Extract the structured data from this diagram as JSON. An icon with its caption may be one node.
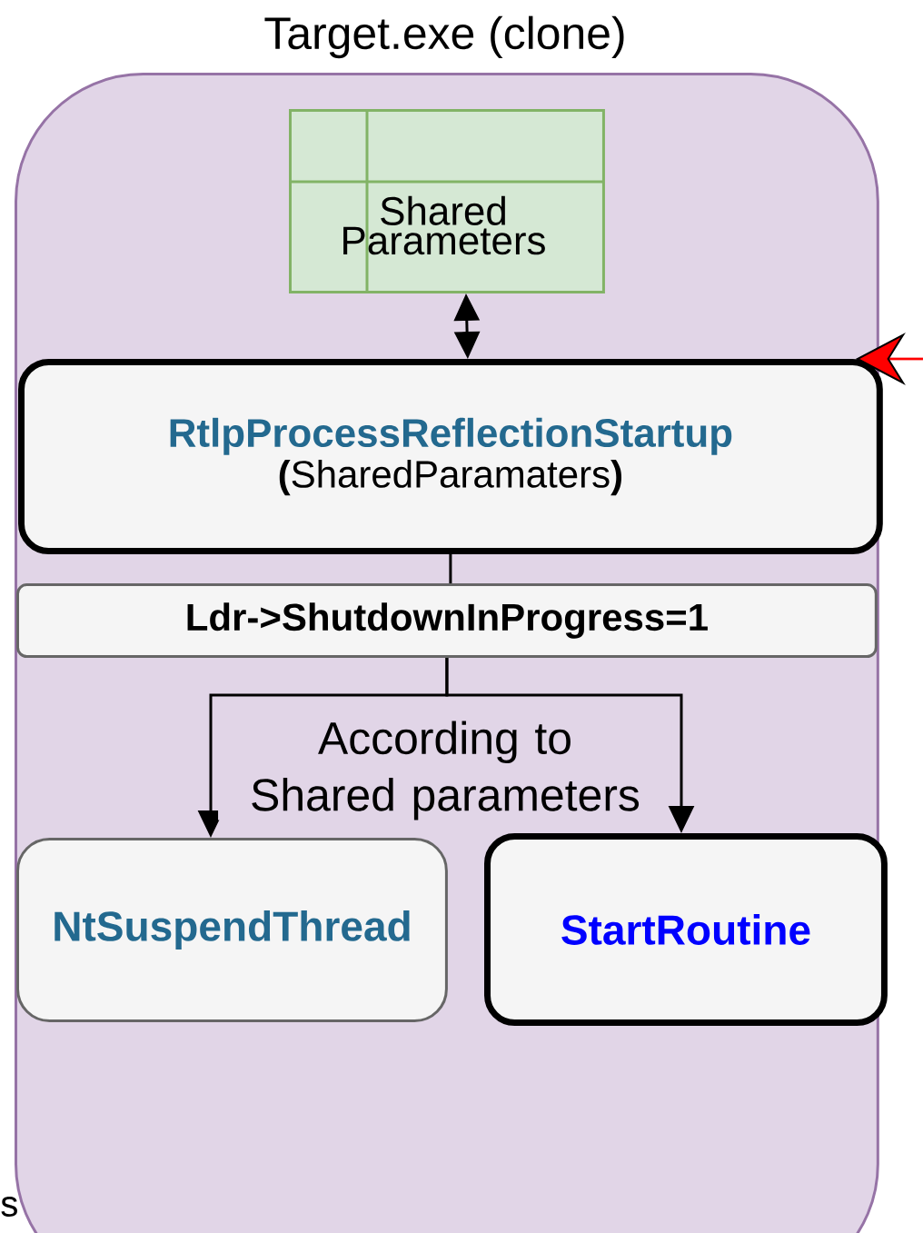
{
  "diagram": {
    "nodes": [
      {
        "text": [
          "Target.exe (clone)"
        ]
      },
      {
        "text": [
          "Shared Parameters"
        ],
        "in": 0
      },
      {
        "text": [
          "RtlpProcessReflectionStartup",
          "**(**SharedParamaters**)**"
        ],
        "in": 0
      },
      {
        "text": [
          "Ldr->ShutdownInProgress=1"
        ],
        "in": 0
      },
      {
        "text": [
          "NtSuspendThread"
        ],
        "in": 0
      },
      {
        "text": [
          "StartRoutine"
        ],
        "in": 0
      }
    ],
    "edges": [
      {
        "from": 1,
        "to": 2,
        "arrow": "both"
      },
      {
        "from": 2,
        "to": 3,
        "arrow": "none"
      },
      {
        "from": 3,
        "to": 4,
        "arrow": "to",
        "label": "According to Shared parameters"
      },
      {
        "from": 3,
        "to": 5,
        "arrow": "to"
      },
      {
        "from": null,
        "to": 2,
        "arrow": "to",
        "color": "#ff0000"
      }
    ],
    "labels": [
      "s"
    ]
  }
}
